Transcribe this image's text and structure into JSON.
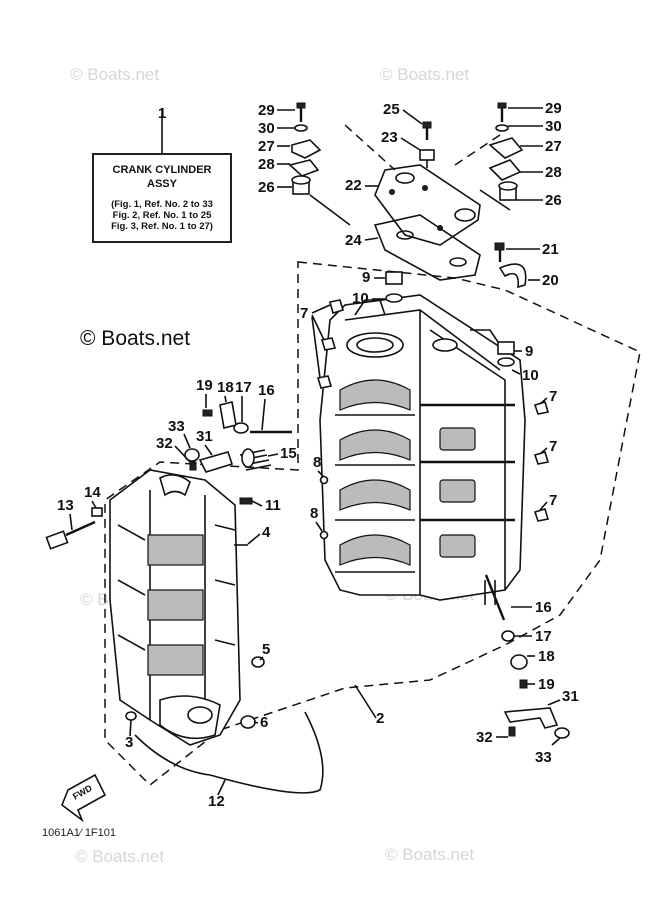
{
  "title_box": {
    "ref_num": "1",
    "line1": "CRANK CYLINDER",
    "line2": "ASSY",
    "fig1": "(Fig. 1, Ref. No. 2 to 33",
    "fig2": "Fig. 2, Ref. No. 1 to 25",
    "fig3": "Fig. 3, Ref. No. 1 to 27)"
  },
  "drawing_code": "1061A1∕ 1F101",
  "watermark": "© Boats.net",
  "fwd_label": "FWD",
  "callouts": {
    "c29a": "29",
    "c30a": "30",
    "c27a": "27",
    "c28a": "28",
    "c26a": "26",
    "c25": "25",
    "c23": "23",
    "c22": "22",
    "c29b": "29",
    "c30b": "30",
    "c27b": "27",
    "c28b": "28",
    "c26b": "26",
    "c24": "24",
    "c21": "21",
    "c20": "20",
    "c9a": "9",
    "c10a": "10",
    "c9b": "9",
    "c10b": "10",
    "c7a": "7",
    "c7b": "7",
    "c7c": "7",
    "c7d": "7",
    "c19a": "19",
    "c18a": "18",
    "c17a": "17",
    "c16a": "16",
    "c33a": "33",
    "c31a": "31",
    "c32a": "32",
    "c15": "15",
    "c8a": "8",
    "c8b": "8",
    "c13": "13",
    "c14": "14",
    "c11": "11",
    "c4": "4",
    "c5": "5",
    "c6": "6",
    "c3": "3",
    "c2": "2",
    "c12": "12",
    "c16b": "16",
    "c17b": "17",
    "c18b": "18",
    "c19b": "19",
    "c31b": "31",
    "c32b": "32",
    "c33b": "33"
  }
}
